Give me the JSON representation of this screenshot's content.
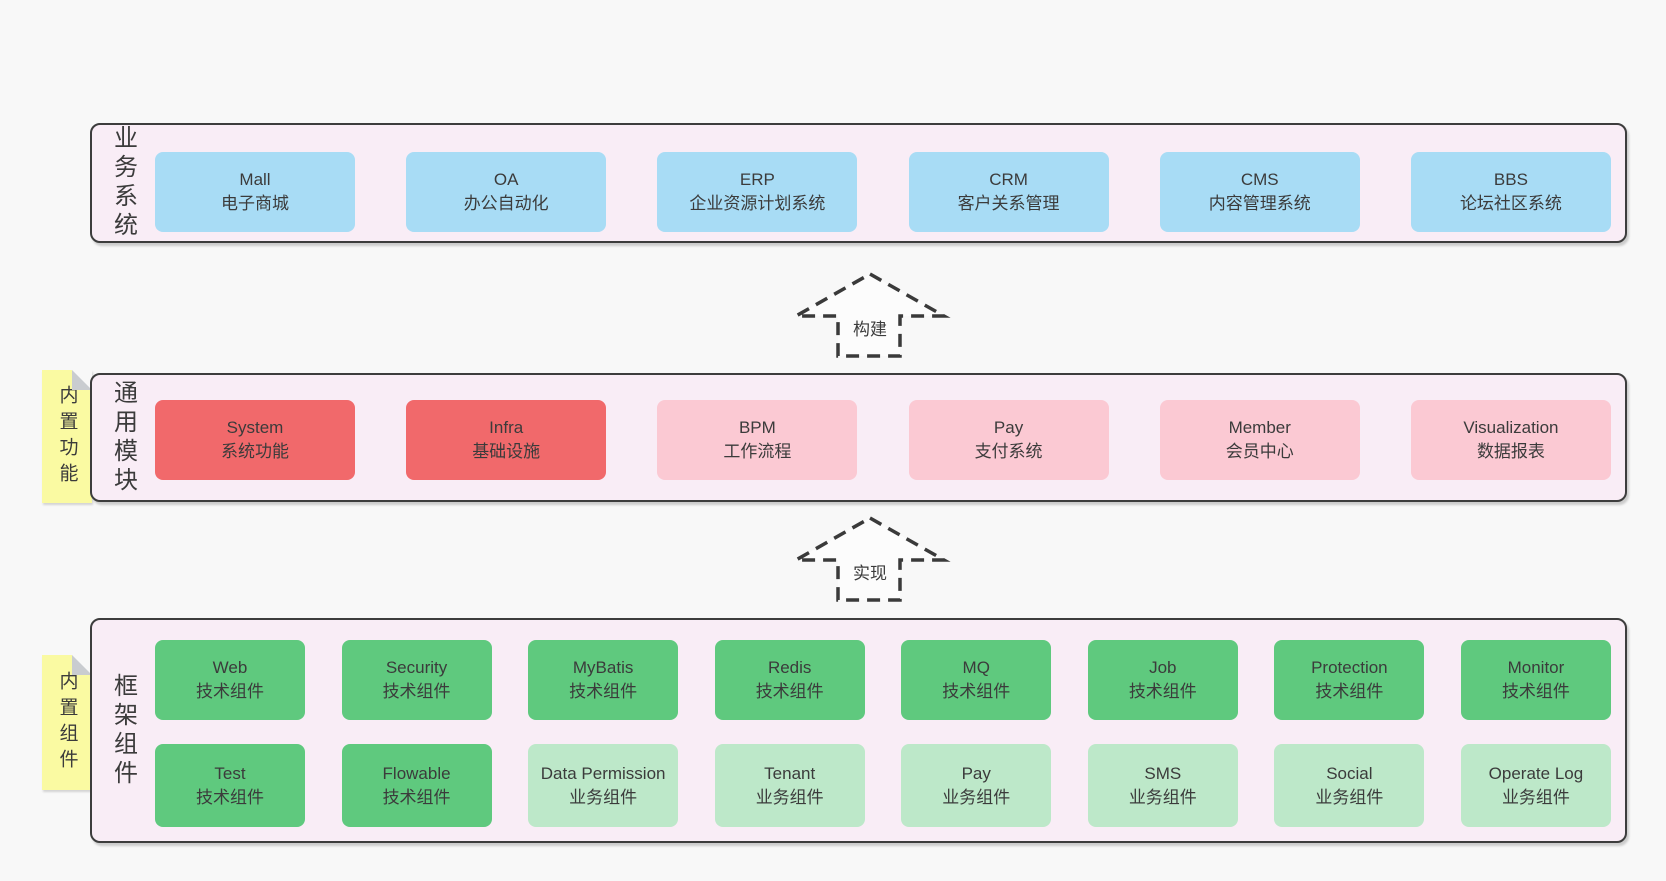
{
  "diagram": {
    "layers": [
      {
        "label": "业务系统",
        "boxes": [
          {
            "title": "Mall",
            "subtitle": "电子商城",
            "variant": "blue"
          },
          {
            "title": "OA",
            "subtitle": "办公自动化",
            "variant": "blue"
          },
          {
            "title": "ERP",
            "subtitle": "企业资源计划系统",
            "variant": "blue"
          },
          {
            "title": "CRM",
            "subtitle": "客户关系管理",
            "variant": "blue"
          },
          {
            "title": "CMS",
            "subtitle": "内容管理系统",
            "variant": "blue"
          },
          {
            "title": "BBS",
            "subtitle": "论坛社区系统",
            "variant": "blue"
          }
        ]
      },
      {
        "label": "通用模块",
        "sticky": "内置功能",
        "boxes": [
          {
            "title": "System",
            "subtitle": "系统功能",
            "variant": "red"
          },
          {
            "title": "Infra",
            "subtitle": "基础设施",
            "variant": "red"
          },
          {
            "title": "BPM",
            "subtitle": "工作流程",
            "variant": "pink"
          },
          {
            "title": "Pay",
            "subtitle": "支付系统",
            "variant": "pink"
          },
          {
            "title": "Member",
            "subtitle": "会员中心",
            "variant": "pink"
          },
          {
            "title": "Visualization",
            "subtitle": "数据报表",
            "variant": "pink"
          }
        ]
      },
      {
        "label": "框架组件",
        "sticky": "内置组件",
        "rows": [
          [
            {
              "title": "Web",
              "subtitle": "技术组件",
              "variant": "green"
            },
            {
              "title": "Security",
              "subtitle": "技术组件",
              "variant": "green"
            },
            {
              "title": "MyBatis",
              "subtitle": "技术组件",
              "variant": "green"
            },
            {
              "title": "Redis",
              "subtitle": "技术组件",
              "variant": "green"
            },
            {
              "title": "MQ",
              "subtitle": "技术组件",
              "variant": "green"
            },
            {
              "title": "Job",
              "subtitle": "技术组件",
              "variant": "green"
            },
            {
              "title": "Protection",
              "subtitle": "技术组件",
              "variant": "green"
            },
            {
              "title": "Monitor",
              "subtitle": "技术组件",
              "variant": "green"
            }
          ],
          [
            {
              "title": "Test",
              "subtitle": "技术组件",
              "variant": "green"
            },
            {
              "title": "Flowable",
              "subtitle": "技术组件",
              "variant": "green"
            },
            {
              "title": "Data Permission",
              "subtitle": "业务组件",
              "variant": "lightgreen"
            },
            {
              "title": "Tenant",
              "subtitle": "业务组件",
              "variant": "lightgreen"
            },
            {
              "title": "Pay",
              "subtitle": "业务组件",
              "variant": "lightgreen"
            },
            {
              "title": "SMS",
              "subtitle": "业务组件",
              "variant": "lightgreen"
            },
            {
              "title": "Social",
              "subtitle": "业务组件",
              "variant": "lightgreen"
            },
            {
              "title": "Operate Log",
              "subtitle": "业务组件",
              "variant": "lightgreen"
            }
          ]
        ]
      }
    ],
    "arrows": [
      {
        "label": "构建"
      },
      {
        "label": "实现"
      }
    ],
    "colors": {
      "page_bg": "#f8f8f8",
      "panel_bg": "#f9edf6",
      "panel_border": "#3d3d3d",
      "blue": "#a8dcf5",
      "red": "#f1696b",
      "pink": "#fbc9d3",
      "green": "#5fc97e",
      "lightgreen": "#bde8c9",
      "sticky_yellow": "#fafaa2",
      "sticky_fold": "#c9ccd0",
      "text": "#3b3b3b"
    }
  }
}
